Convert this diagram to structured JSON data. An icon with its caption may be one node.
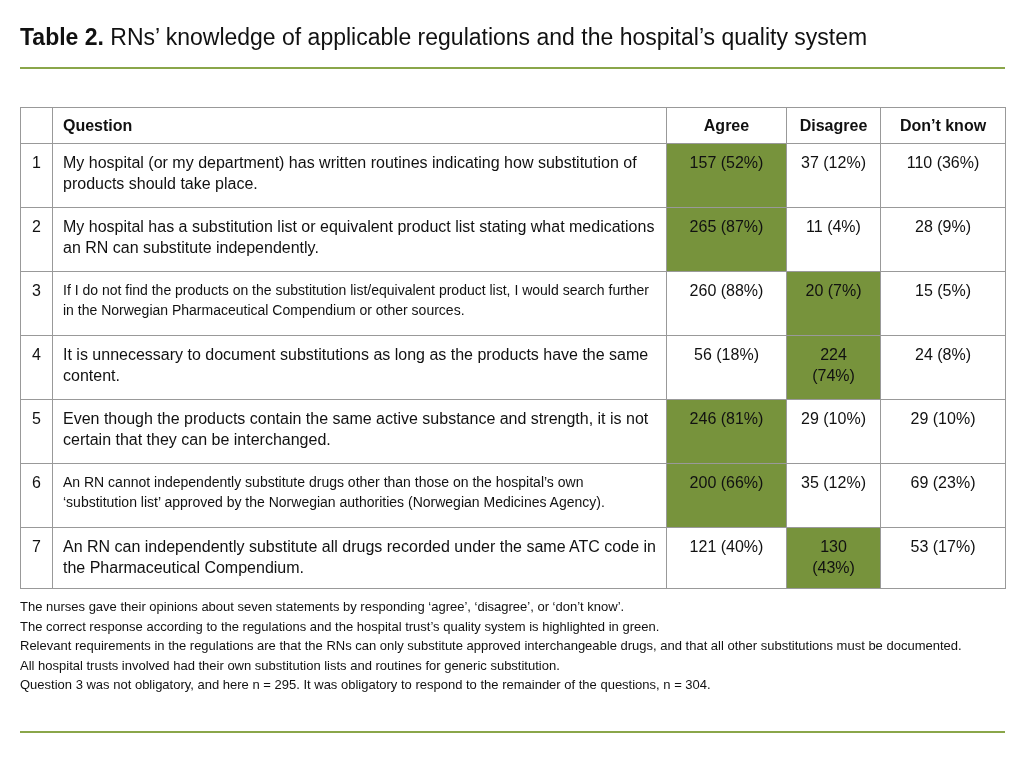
{
  "diagram": {
    "title": "**Table 2.** RNs’ knowledge of applicable regulations and the hospital’s quality system",
    "labels": [
      "Question",
      "Agree",
      "Disagree",
      "Don’t know",
      "1",
      "My hospital (or my department) has written routines indicating how substitution of products should take place.",
      "157 (52%)",
      "37 (12%)",
      "110 (36%)",
      "2",
      "My hospital has a substitution list or equivalent product list stating what medications an RN can substitute independently.",
      "265 (87%)",
      "11 (4%)",
      "28 (9%)",
      "3",
      "If I do not find the products on the substitution list/equivalent product list, I would search further in the Norwegian Pharmaceutical Compendium or other sources.",
      "260 (88%)",
      "20 (7%)",
      "15 (5%)",
      "4",
      "It is unnecessary to document substitutions as long as the products have the same content.",
      "56 (18%)",
      "224 (74%)",
      "24 (8%)",
      "5",
      "Even though the products contain the same active substance and strength, it is not certain that they can be interchanged.",
      "246 (81%)",
      "29 (10%)",
      "29 (10%)",
      "6",
      "An RN cannot independently substitute drugs other than those on the hospital’s own ‘substitution list’ approved by the Norwegian authorities (Norwegian Medicines Agency).",
      "200 (66%)",
      "35 (12%)",
      "69 (23%)",
      "7",
      "An RN can independently substitute all drugs recorded under the same ATC code in the Pharmaceutical Compendium.",
      "121 (40%)",
      "130 (43%)",
      "53 (17%)",
      "The nurses gave their opinions about seven statements by responding ‘agree’, ‘disagree’, or ‘don’t know’.",
      "The correct response according to the regulations and the hospital trust’s quality system is highlighted in green.",
      "Relevant requirements in the regulations are that the RNs can only substitute approved interchangeable drugs, and that all other substitutions must be documented.",
      "All hospital trusts involved had their own substitution lists and routines for generic substitution.",
      "Question 3 was not obligatory, and here n = 295. It was obligatory to respond to the remainder of the questions, n = 304."
    ]
  }
}
